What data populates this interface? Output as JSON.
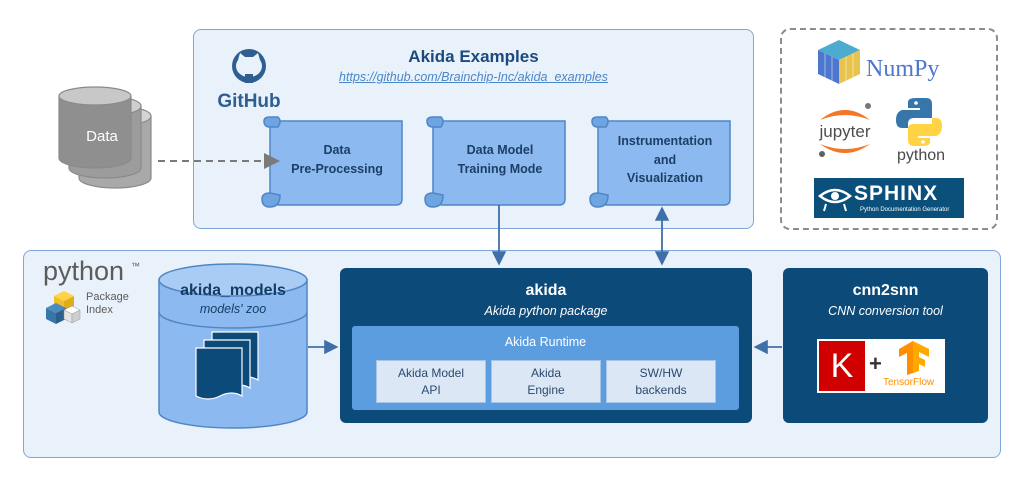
{
  "examples": {
    "title": "Akida Examples",
    "url": "https://github.com/Brainchip-Inc/akida_examples",
    "github_label": "GitHub",
    "scrolls": [
      {
        "label": "Data\nPre-Processing"
      },
      {
        "label": "Data Model\nTraining Mode"
      },
      {
        "label": "Instrumentation\nand\nVisualization"
      }
    ]
  },
  "data_source": {
    "label": "Data"
  },
  "tools": {
    "numpy_label": "NumPy",
    "jupyter_label": "jupyter",
    "python_label": "python",
    "sphinx_label": "SPHINX",
    "sphinx_tagline": "Python Documentation Generator"
  },
  "pypi": {
    "python_label": "python",
    "tm": "™",
    "package_label": "Package",
    "index_label": "Index"
  },
  "akida_models": {
    "title": "akida_models",
    "subtitle": "models' zoo"
  },
  "akida": {
    "title": "akida",
    "subtitle": "Akida python package",
    "runtime_title": "Akida Runtime",
    "cells": [
      {
        "label": "Akida Model\nAPI"
      },
      {
        "label": "Akida\nEngine"
      },
      {
        "label": "SW/HW\nbackends"
      }
    ]
  },
  "cnn2snn": {
    "title": "cnn2snn",
    "subtitle": "CNN conversion tool",
    "keras_letter": "K",
    "plus": "+",
    "tensorflow_label": "TensorFlow"
  },
  "colors": {
    "panel_fill": "#e9f1fb",
    "panel_border": "#7ea6d8",
    "dark_box": "#0c4a79",
    "runtime": "#5c9de0",
    "scroll": "#8cb9ef",
    "arrow": "#3e6fa8"
  }
}
